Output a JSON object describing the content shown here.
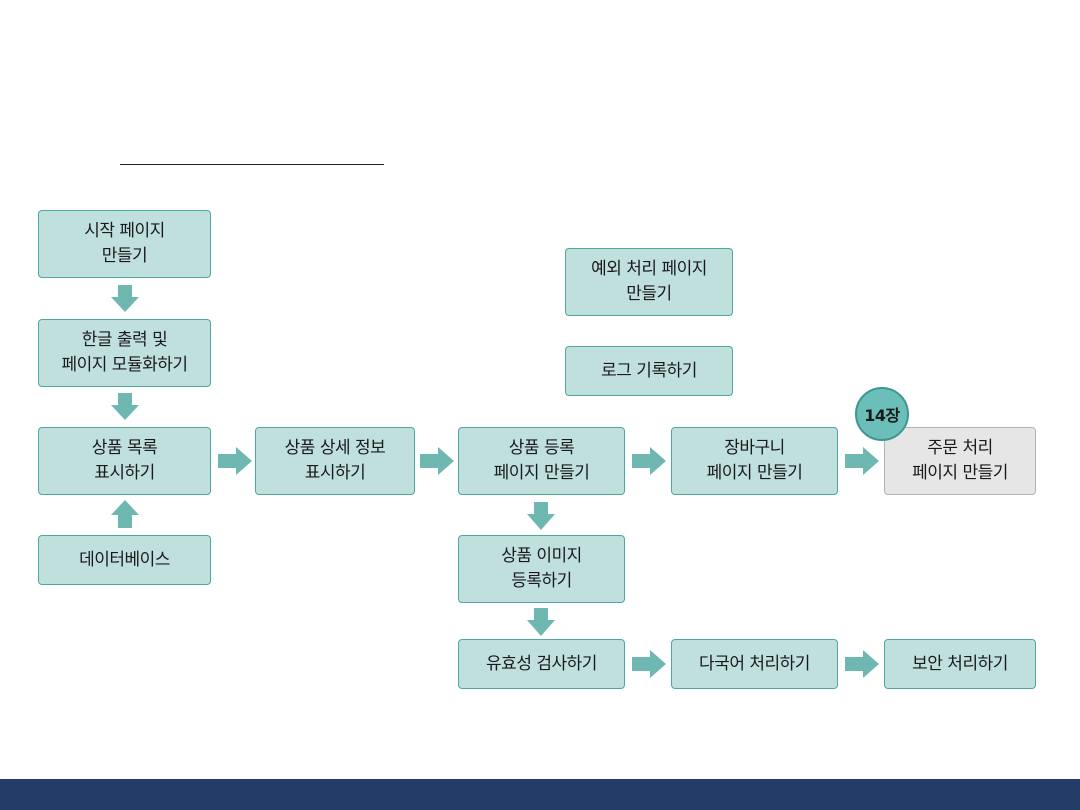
{
  "nodes": {
    "start_page": "시작 페이지\n만들기",
    "hangul_module": "한글 출력 및\n페이지 모듈화하기",
    "product_list": "상품 목록\n표시하기",
    "database": "데이터베이스",
    "product_detail": "상품 상세 정보\n표시하기",
    "product_register": "상품 등록\n페이지 만들기",
    "product_image": "상품 이미지\n등록하기",
    "validation": "유효성 검사하기",
    "i18n": "다국어 처리하기",
    "security": "보안 처리하기",
    "exception_page": "예외 처리 페이지\n만들기",
    "logging": "로그 기록하기",
    "cart_page": "장바구니\n페이지 만들기",
    "order_page": "주문 처리\n페이지 만들기"
  },
  "badge": "14장",
  "colors": {
    "node_fill": "#bfe0dd",
    "node_border": "#4ea7a0",
    "highlight_fill": "#e6e6e6",
    "arrow": "#6fb7b1",
    "badge_fill": "#6cbfb8",
    "footer": "#233c68"
  }
}
